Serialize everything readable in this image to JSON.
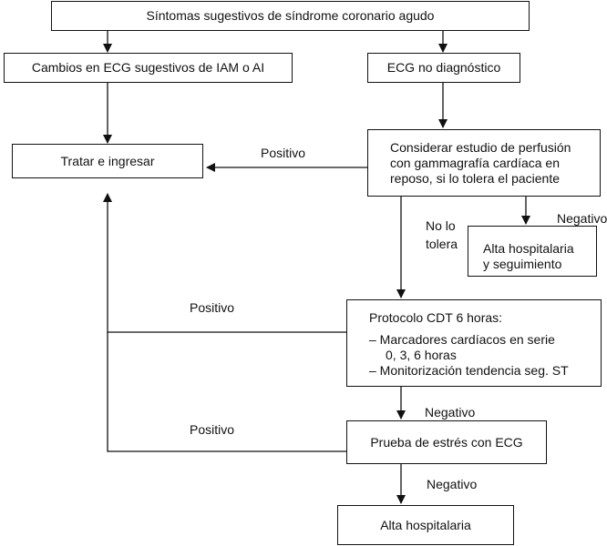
{
  "nodes": {
    "start": "Síntomas sugestivos de síndrome coronario agudo",
    "ecg_suggestive": "Cambios en ECG sugestivos de IAM o AI",
    "ecg_nondiag": "ECG no diagnóstico",
    "treat": "Tratar e ingresar",
    "perfusion": [
      "Considerar estudio de perfusión",
      "con gammagrafía cardíaca en",
      "reposo, si lo tolera el paciente"
    ],
    "discharge_follow": [
      "Alta hospitalaria",
      "y seguimiento"
    ],
    "protocol": {
      "title": "Protocolo CDT 6 horas:",
      "item1_a": "– Marcadores cardíacos en serie",
      "item1_b": "0, 3, 6 horas",
      "item2": "– Monitorización tendencia seg. ST"
    },
    "stress": "Prueba de estrés con ECG",
    "discharge": "Alta hospitalaria"
  },
  "edge_labels": {
    "positivo_perfusion": "Positivo",
    "negativo_perfusion": "Negativo",
    "no_tolera": [
      "No lo",
      "tolera"
    ],
    "positivo_protocol": "Positivo",
    "negativo_protocol": "Negativo",
    "positivo_stress": "Positivo",
    "negativo_stress": "Negativo"
  }
}
